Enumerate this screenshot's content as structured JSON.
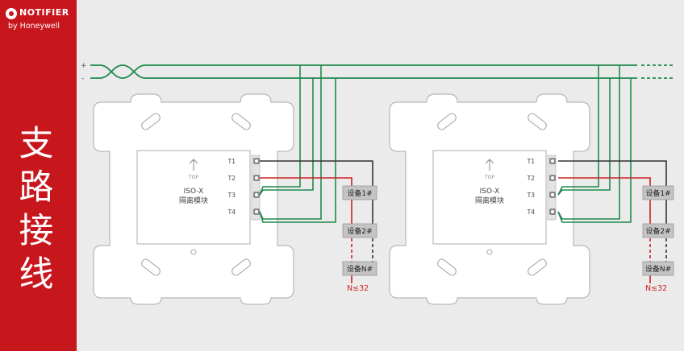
{
  "brand": {
    "name": "NOTIFIER",
    "sub": "by Honeywell"
  },
  "title": "支路接线",
  "bus": {
    "plus_label": "+",
    "minus_label": "-"
  },
  "modules": [
    {
      "top_label": "TOP",
      "name": "ISO-X",
      "desc": "隔离模块",
      "terminals": [
        "T1",
        "T2",
        "T3",
        "T4"
      ],
      "devices": [
        "设备1#",
        "设备2#",
        "设备N#"
      ],
      "limit": "N≤32"
    },
    {
      "top_label": "TOP",
      "name": "ISO-X",
      "desc": "隔离模块",
      "terminals": [
        "T1",
        "T2",
        "T3",
        "T4"
      ],
      "devices": [
        "设备1#",
        "设备2#",
        "设备N#"
      ],
      "limit": "N≤32"
    }
  ],
  "colors": {
    "brand_red": "#c8161d",
    "wire_green": "#1f8a4c",
    "wire_red": "#cc2222",
    "wire_black": "#333333",
    "device_box": "#c4c4c4"
  }
}
